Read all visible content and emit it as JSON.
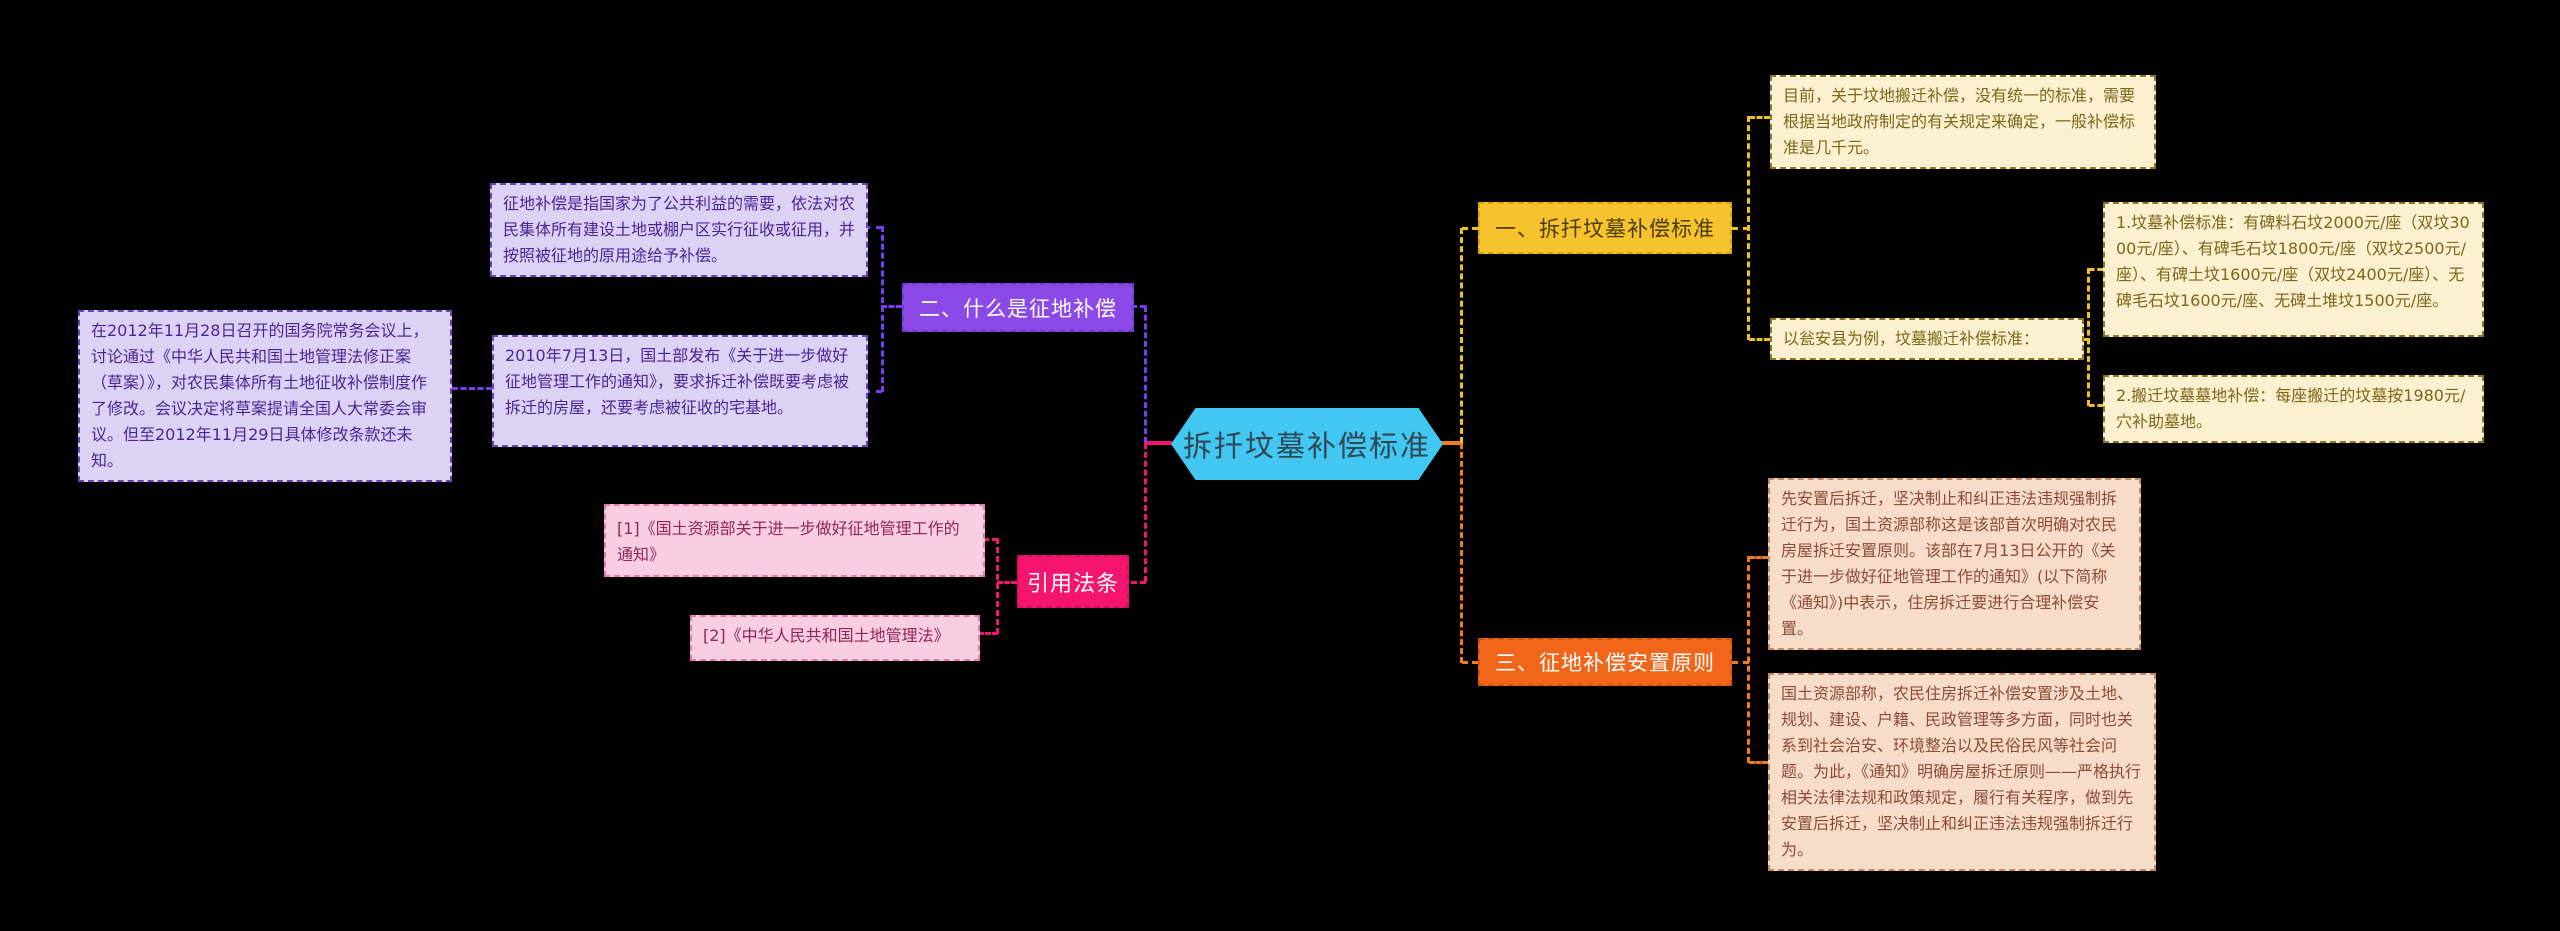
{
  "center": {
    "label": "拆扦坟墓补偿标准",
    "color": "#41c7f2"
  },
  "branch_standard": {
    "label": "一、拆扦坟墓补偿标准",
    "color": "#f6c22d",
    "note_general": "目前，关于坟地搬迁补偿，没有统一的标准，需要根据当地政府制定的有关规定来确定，一般补偿标准是几千元。",
    "note_example": "以瓮安县为例，坟墓搬迁补偿标准：",
    "item1": "1.坟墓补偿标准：有碑料石坟2000元/座（双坟3000元/座）、有碑毛石坟1800元/座（双坟2500元/座）、有碑土坟1600元/座（双坟2400元/座）、无碑毛石坟1600元/座、无碑土堆坟1500元/座。",
    "item2": "2.搬迁坟墓墓地补偿：每座搬迁的坟墓按1980元/穴补助墓地。"
  },
  "branch_what": {
    "label": "二、什么是征地补偿",
    "color": "#8b4ae8",
    "note_definition": "征地补偿是指国家为了公共利益的需要，依法对农民集体所有建设土地或棚户区实行征收或征用，并按照被征地的原用途给予补偿。",
    "note_2010": "2010年7月13日，国土部发布《关于进一步做好征地管理工作的通知》，要求拆迁补偿既要考虑被拆迁的房屋，还要考虑被征收的宅基地。",
    "note_2012": "在2012年11月28日召开的国务院常务会议上，讨论通过《中华人民共和国土地管理法修正案（草案）》，对农民集体所有土地征收补偿制度作了修改。会议决定将草案提请全国人大常委会审议。但至2012年11月29日具体修改条款还未知。"
  },
  "branch_cite": {
    "label": "引用法条",
    "color": "#f5146e",
    "ref1": "[1]《国土资源部关于进一步做好征地管理工作的通知》",
    "ref2": "[2]《中华人民共和国土地管理法》"
  },
  "branch_principle": {
    "label": "三、征地补偿安置原则",
    "color": "#f2661c",
    "note_first": "先安置后拆迁，坚决制止和纠正违法违规强制拆迁行为，国土资源部称这是该部首次明确对农民房屋拆迁安置原则。该部在7月13日公开的《关于进一步做好征地管理工作的通知》(以下简称《通知》)中表示，住房拆迁要进行合理补偿安置。",
    "note_ministry": "国土资源部称，农民住房拆迁补偿安置涉及土地、规划、建设、户籍、民政管理等多方面，同时也关系到社会治安、环境整治以及民俗民风等社会问题。为此，《通知》明确房屋拆迁原则——严格执行相关法律法规和政策规定，履行有关程序，做到先安置后拆迁，坚决制止和纠正违法违规强制拆迁行为。"
  }
}
